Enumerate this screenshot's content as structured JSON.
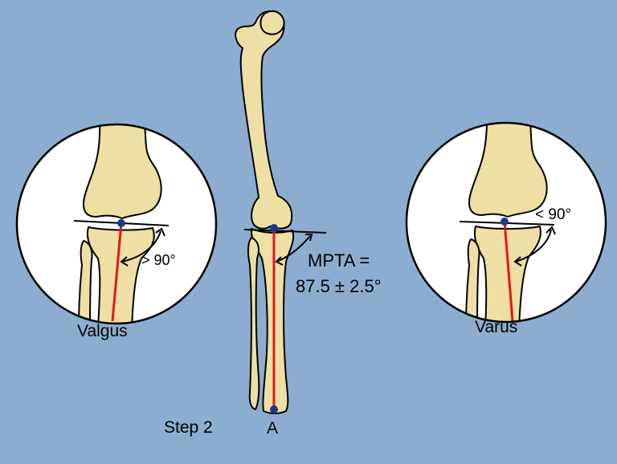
{
  "labels": {
    "valgus_angle": "> 90°",
    "valgus_caption": "Valgus",
    "varus_angle": "< 90°",
    "varus_caption": "Varus",
    "mpta_line1": "MPTA =",
    "mpta_line2": "87.5 ± 2.5°",
    "step": "Step 2",
    "ankle_point": "A"
  },
  "colors": {
    "background": "#8dadd0",
    "bone": "#eedfa4",
    "outline": "#000000",
    "axis_line": "#e8141c",
    "joint_point": "#1c3a8c",
    "inset_fill": "#ffffff"
  }
}
